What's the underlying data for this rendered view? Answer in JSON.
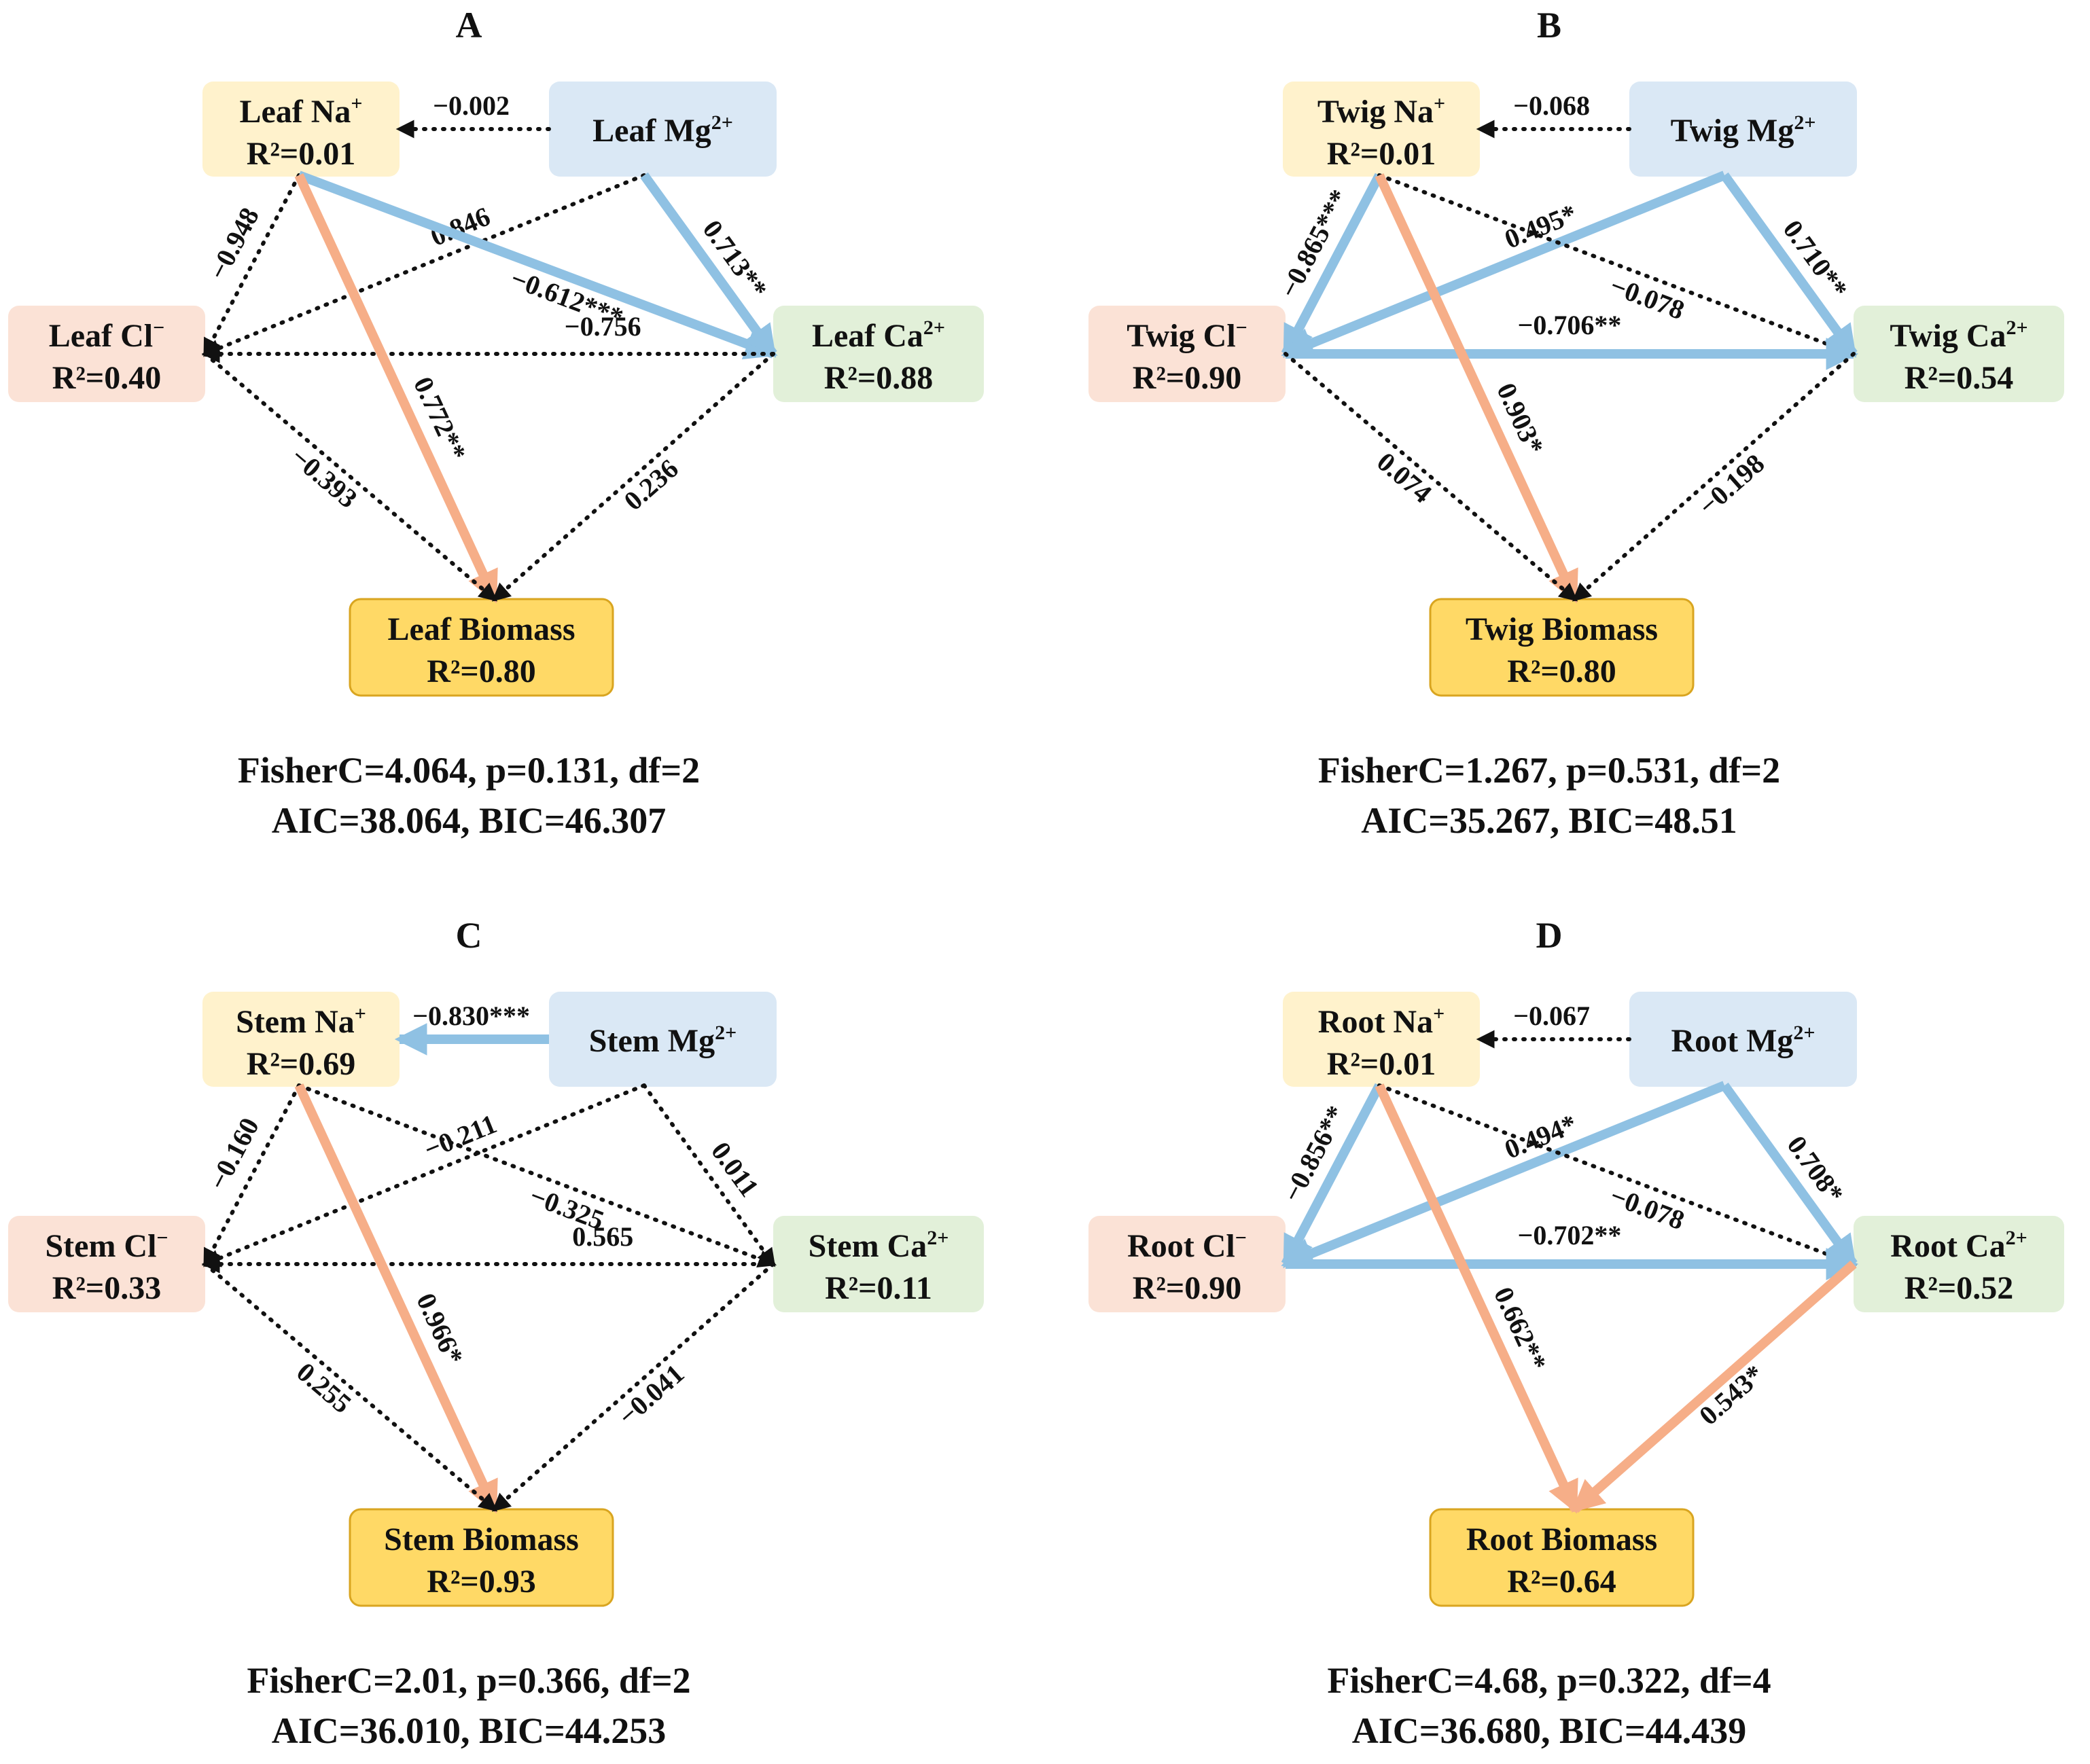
{
  "colors": {
    "na_box": "#fff2cc",
    "mg_box": "#dae8f5",
    "cl_box": "#fbe2d6",
    "ca_box": "#e2f0d9",
    "biomass_box": "#ffd966",
    "blue_path": "#8fc1e3",
    "orange_path": "#f6ae88",
    "dotted_path": "#111111"
  },
  "panels": [
    {
      "id": "A",
      "letter": "A",
      "nodes": {
        "na": {
          "name": "Leaf Na",
          "sup": "+",
          "r2": "R²=0.01"
        },
        "mg": {
          "name": "Leaf Mg",
          "sup": "2+",
          "r2": ""
        },
        "cl": {
          "name": "Leaf Cl",
          "sup": "−",
          "r2": "R²=0.40"
        },
        "ca": {
          "name": "Leaf Ca",
          "sup": "2+",
          "r2": "R²=0.88"
        },
        "bio": {
          "name": "Leaf Biomass",
          "sup": "",
          "r2": "R²=0.80"
        }
      },
      "paths": [
        {
          "from": "mg",
          "to": "na",
          "coef": "−0.002",
          "style": "dotted"
        },
        {
          "from": "na",
          "to": "cl",
          "coef": "−0.948",
          "style": "dotted"
        },
        {
          "from": "mg",
          "to": "cl",
          "coef": "0.846",
          "style": "dotted"
        },
        {
          "from": "na",
          "to": "ca",
          "coef": "−0.612***",
          "style": "blue"
        },
        {
          "from": "mg",
          "to": "ca",
          "coef": "0.713**",
          "style": "blue"
        },
        {
          "from": "ca",
          "to": "cl",
          "coef": "−0.756",
          "style": "dotted"
        },
        {
          "from": "na",
          "to": "bio",
          "coef": "0.772**",
          "style": "orange"
        },
        {
          "from": "cl",
          "to": "bio",
          "coef": "−0.393",
          "style": "dotted"
        },
        {
          "from": "ca",
          "to": "bio",
          "coef": "0.236",
          "style": "dotted"
        }
      ],
      "fit_line1": "FisherC=4.064, p=0.131, df=2",
      "fit_line2": "AIC=38.064, BIC=46.307"
    },
    {
      "id": "B",
      "letter": "B",
      "nodes": {
        "na": {
          "name": "Twig Na",
          "sup": "+",
          "r2": "R²=0.01"
        },
        "mg": {
          "name": "Twig Mg",
          "sup": "2+",
          "r2": ""
        },
        "cl": {
          "name": "Twig Cl",
          "sup": "−",
          "r2": "R²=0.90"
        },
        "ca": {
          "name": "Twig Ca",
          "sup": "2+",
          "r2": "R²=0.54"
        },
        "bio": {
          "name": "Twig Biomass",
          "sup": "",
          "r2": "R²=0.80"
        }
      },
      "paths": [
        {
          "from": "mg",
          "to": "na",
          "coef": "−0.068",
          "style": "dotted"
        },
        {
          "from": "na",
          "to": "cl",
          "coef": "−0.865***",
          "style": "blue"
        },
        {
          "from": "mg",
          "to": "cl",
          "coef": "0.495*",
          "style": "blue"
        },
        {
          "from": "na",
          "to": "ca",
          "coef": "−0.078",
          "style": "dotted"
        },
        {
          "from": "mg",
          "to": "ca",
          "coef": "0.710**",
          "style": "blue"
        },
        {
          "from": "cl",
          "to": "ca",
          "coef": "−0.706**",
          "style": "blue"
        },
        {
          "from": "na",
          "to": "bio",
          "coef": "0.903*",
          "style": "orange"
        },
        {
          "from": "cl",
          "to": "bio",
          "coef": "0.074",
          "style": "dotted"
        },
        {
          "from": "ca",
          "to": "bio",
          "coef": "−0.198",
          "style": "dotted"
        }
      ],
      "fit_line1": "FisherC=1.267, p=0.531, df=2",
      "fit_line2": "AIC=35.267, BIC=48.51"
    },
    {
      "id": "C",
      "letter": "C",
      "nodes": {
        "na": {
          "name": "Stem Na",
          "sup": "+",
          "r2": "R²=0.69"
        },
        "mg": {
          "name": "Stem Mg",
          "sup": "2+",
          "r2": ""
        },
        "cl": {
          "name": "Stem Cl",
          "sup": "−",
          "r2": "R²=0.33"
        },
        "ca": {
          "name": "Stem Ca",
          "sup": "2+",
          "r2": "R²=0.11"
        },
        "bio": {
          "name": "Stem Biomass",
          "sup": "",
          "r2": "R²=0.93"
        }
      },
      "paths": [
        {
          "from": "mg",
          "to": "na",
          "coef": "−0.830***",
          "style": "blue"
        },
        {
          "from": "na",
          "to": "cl",
          "coef": "−0.160",
          "style": "dotted"
        },
        {
          "from": "mg",
          "to": "cl",
          "coef": "−0.211",
          "style": "dotted"
        },
        {
          "from": "na",
          "to": "ca",
          "coef": "−0.325",
          "style": "dotted"
        },
        {
          "from": "mg",
          "to": "ca",
          "coef": "0.011",
          "style": "dotted"
        },
        {
          "from": "ca",
          "to": "cl",
          "coef": "0.565",
          "style": "dotted"
        },
        {
          "from": "na",
          "to": "bio",
          "coef": "0.966*",
          "style": "orange"
        },
        {
          "from": "cl",
          "to": "bio",
          "coef": "0.255",
          "style": "dotted"
        },
        {
          "from": "ca",
          "to": "bio",
          "coef": "−0.041",
          "style": "dotted"
        }
      ],
      "fit_line1": "FisherC=2.01, p=0.366, df=2",
      "fit_line2": "AIC=36.010, BIC=44.253"
    },
    {
      "id": "D",
      "letter": "D",
      "nodes": {
        "na": {
          "name": "Root Na",
          "sup": "+",
          "r2": "R²=0.01"
        },
        "mg": {
          "name": "Root Mg",
          "sup": "2+",
          "r2": ""
        },
        "cl": {
          "name": "Root Cl",
          "sup": "−",
          "r2": "R²=0.90"
        },
        "ca": {
          "name": "Root Ca",
          "sup": "2+",
          "r2": "R²=0.52"
        },
        "bio": {
          "name": "Root Biomass",
          "sup": "",
          "r2": "R²=0.64"
        }
      },
      "paths": [
        {
          "from": "mg",
          "to": "na",
          "coef": "−0.067",
          "style": "dotted"
        },
        {
          "from": "na",
          "to": "cl",
          "coef": "−0.856**",
          "style": "blue"
        },
        {
          "from": "mg",
          "to": "cl",
          "coef": "0.494*",
          "style": "blue"
        },
        {
          "from": "na",
          "to": "ca",
          "coef": "−0.078",
          "style": "dotted"
        },
        {
          "from": "mg",
          "to": "ca",
          "coef": "0.708*",
          "style": "blue"
        },
        {
          "from": "cl",
          "to": "ca",
          "coef": "−0.702**",
          "style": "blue"
        },
        {
          "from": "na",
          "to": "bio",
          "coef": "0.662**",
          "style": "orange"
        },
        {
          "from": "ca",
          "to": "bio",
          "coef": "0.543*",
          "style": "orange"
        }
      ],
      "fit_line1": "FisherC=4.68, p=0.322, df=4",
      "fit_line2": "AIC=36.680, BIC=44.439"
    }
  ]
}
